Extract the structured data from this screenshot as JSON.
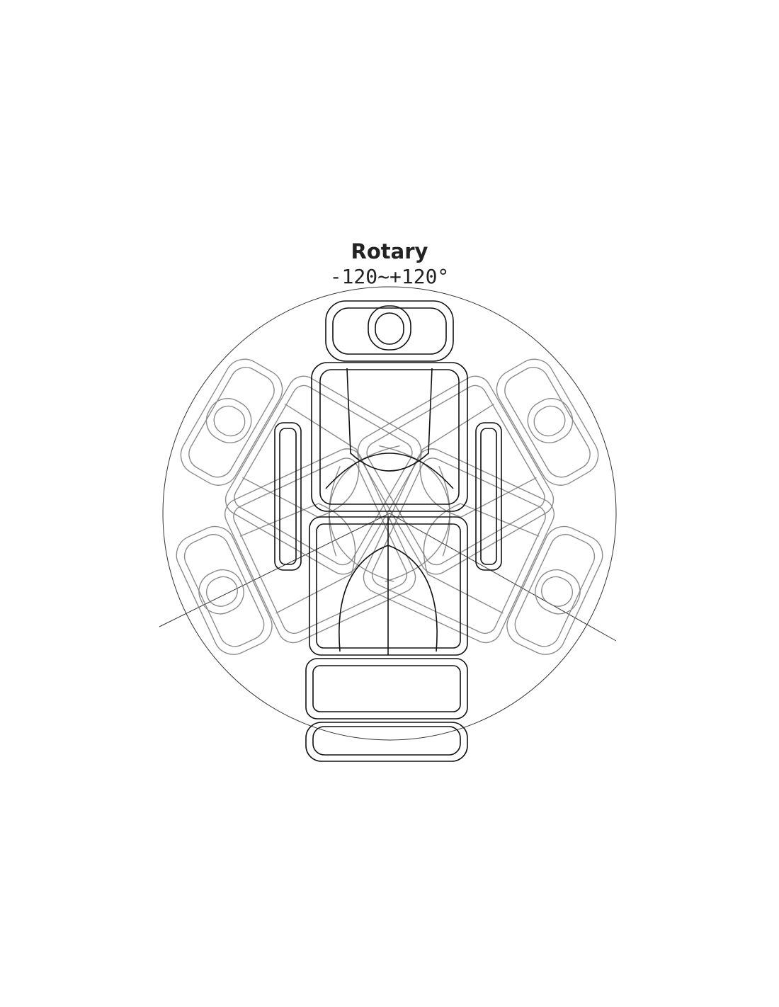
{
  "diagram": {
    "title": "Rotary",
    "range_label": "-120~+120°",
    "rotation_min_deg": -120,
    "rotation_max_deg": 120,
    "colors": {
      "main": "#111111",
      "ghost": "#777777"
    }
  }
}
